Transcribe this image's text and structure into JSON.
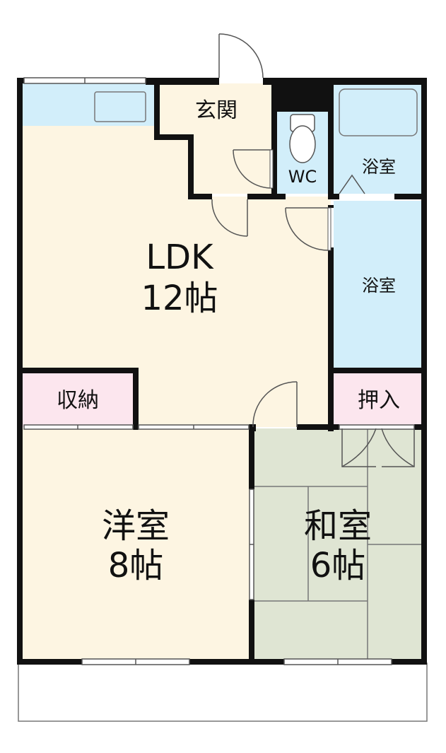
{
  "rooms": {
    "ldk": {
      "name": "LDK",
      "size": "12帖"
    },
    "western": {
      "name": "洋室",
      "size": "8帖"
    },
    "japanese": {
      "name": "和室",
      "size": "6帖"
    },
    "entrance": {
      "name": "玄関"
    },
    "toilet": {
      "name": "WC"
    },
    "bath_upper": {
      "name": "浴室"
    },
    "bath_lower": {
      "name": "浴室"
    },
    "storage": {
      "name": "収納"
    },
    "closet": {
      "name": "押入"
    }
  },
  "colors": {
    "wall": "#111111",
    "ldk_floor": "#fdf5e2",
    "western_floor": "#fdf5e2",
    "japanese_floor": "#dfe5d3",
    "water_area": "#d2eefa",
    "storage_area": "#fce6ee",
    "entrance_floor": "#fdf5e2",
    "line": "#777777"
  }
}
